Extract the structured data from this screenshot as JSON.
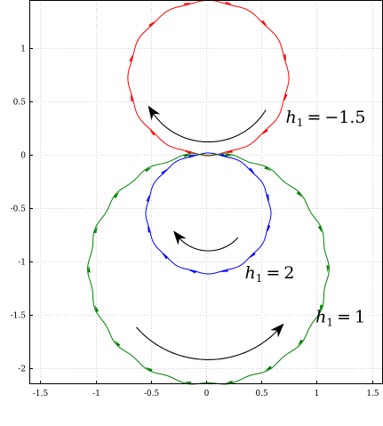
{
  "chart_data": {
    "type": "line",
    "title": "",
    "xlabel": "",
    "ylabel": "",
    "xlim": [
      -1.6,
      1.6
    ],
    "ylim": [
      -2.15,
      1.45
    ],
    "grid": true,
    "grid_style": "dotted",
    "xticks": [
      -1.5,
      -1,
      -0.5,
      0,
      0.5,
      1,
      1.5
    ],
    "xtick_labels": [
      "-1.5",
      "-1",
      "-0.5",
      "0",
      "0.5",
      "1",
      "1.5"
    ],
    "yticks": [
      1,
      0.5,
      0,
      -0.5,
      -1,
      -1.5,
      -2
    ],
    "ytick_labels": [
      "1",
      "0.5",
      "0",
      "-0.5",
      "-1",
      "-1.5",
      "-2"
    ],
    "series": [
      {
        "color": "#ff0000",
        "center": [
          0.02,
          0.72
        ],
        "radius": 0.72,
        "arrow_count": 12
      },
      {
        "color": "#0000ff",
        "center": [
          0.02,
          -0.55
        ],
        "radius": 0.56,
        "arrow_count": 12
      },
      {
        "color": "#008000",
        "center": [
          0.02,
          -1.07
        ],
        "radius": 1.08,
        "arrow_count": 18
      }
    ],
    "annotations": [
      {
        "base": "h",
        "subscript": "1",
        "op": "=",
        "value": "−1.5",
        "at": [
          0.72,
          0.3
        ]
      },
      {
        "base": "h",
        "subscript": "1",
        "op": "=",
        "value": "2",
        "at": [
          0.35,
          -1.16
        ]
      },
      {
        "base": "h",
        "subscript": "1",
        "op": "=",
        "value": "1",
        "at": [
          0.99,
          -1.57
        ]
      }
    ],
    "rotation_arrows": [
      {
        "center": [
          0.02,
          0.72
        ],
        "radius": 0.6,
        "from_deg": 330,
        "to_deg": 210
      },
      {
        "center": [
          0.02,
          -0.55
        ],
        "radius": 0.35,
        "from_deg": 320,
        "to_deg": 215
      },
      {
        "center": [
          0.02,
          -1.07
        ],
        "radius": 0.85,
        "from_deg": 220,
        "to_deg": 320
      }
    ],
    "arrow_color": "#000000"
  }
}
